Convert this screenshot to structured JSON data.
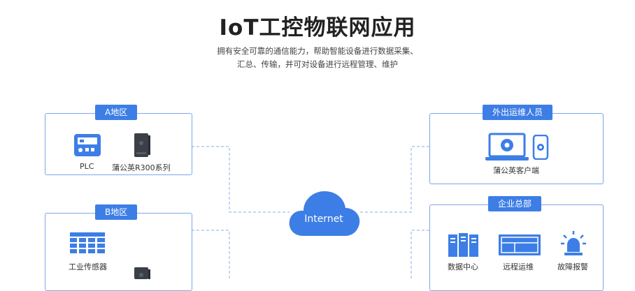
{
  "header": {
    "title": "IoT工控物联网应用",
    "subtitle_line1": "拥有安全可靠的通信能力，帮助智能设备进行数据采集、",
    "subtitle_line2": "汇总、传输，并可对设备进行远程管理、维护"
  },
  "region_a": {
    "tag": "A地区",
    "plc_label": "PLC",
    "router_label": "蒲公英R300系列"
  },
  "region_b": {
    "tag": "B地区",
    "sensor_label": "工业传感器"
  },
  "ops_staff": {
    "tag": "外出运维人员",
    "client_label": "蒲公英客户端"
  },
  "hq": {
    "tag": "企业总部",
    "items": [
      {
        "label": "数据中心",
        "icon": "server-rack-icon"
      },
      {
        "label": "远程运维",
        "icon": "monitor-dashboard-icon"
      },
      {
        "label": "故障报警",
        "icon": "alarm-siren-icon"
      }
    ]
  },
  "cloud": {
    "label": "Internet",
    "icon": "cloud-icon"
  },
  "colors": {
    "accent": "#3d7ee6",
    "border": "#7fa6ea",
    "dash": "#9fbcec"
  }
}
